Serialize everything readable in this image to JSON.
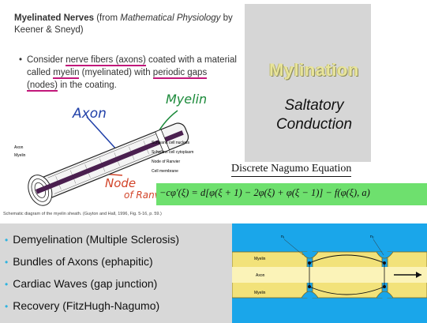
{
  "header": {
    "bold": "Myelinated Nerves",
    "from": " (from ",
    "book": "Mathematical Physiology",
    "authors": " by Keener & Sneyd)"
  },
  "bullet": {
    "marker": "•",
    "t1": "Consider ",
    "u1": "nerve fibers (axons)",
    "t2": " coated with a material called ",
    "u2": "myelin",
    "t3": " (myelinated) with ",
    "u3": "periodic gaps (nodes)",
    "t4": " in the coating."
  },
  "hand_labels": {
    "axon": "Axon",
    "myelin": "Myelin",
    "node": "Node",
    "of_ranvier": "of Ranvier"
  },
  "nerve_drawing_labels": [
    "Axon",
    "Myelin",
    "Schwann cell nucleus",
    "Schwann cell cytoplasm",
    "Node of Ranvier",
    "Cell membrane"
  ],
  "caption": "Schematic diagram of the myelin sheath. (Guyton and Hall, 1996, Fig. 5-16, p. 59.)",
  "title": "Mylination",
  "subtitle_1": "Saltatory",
  "subtitle_2": "Conduction",
  "dne_title": "Discrete Nagumo Equation",
  "equation": "−cφ′(ξ) = d[φ(ξ + 1) − 2φ(ξ) + φ(ξ − 1)] − f(φ(ξ), a)",
  "list_bullet": "•",
  "list_items": [
    "Demyelination (Multiple Sclerosis)",
    "Bundles of Axons (ephapitic)",
    "Cardiac Waves (gap  junction)",
    "Recovery (FitzHugh-Nagumo)"
  ],
  "diagram_labels": {
    "myelin_top": "Myelin",
    "axon": "Axon",
    "myelin_bottom": "Myelin",
    "n1": "n₁",
    "n2": "n₂"
  },
  "colors": {
    "panel": "#d6d6d6",
    "equation_bg": "#6ee06e",
    "list_bg": "#d8d8d8",
    "diagram_bg": "#1aa6ea",
    "myelin": "#f2e27a",
    "underline": "#c2187a"
  }
}
